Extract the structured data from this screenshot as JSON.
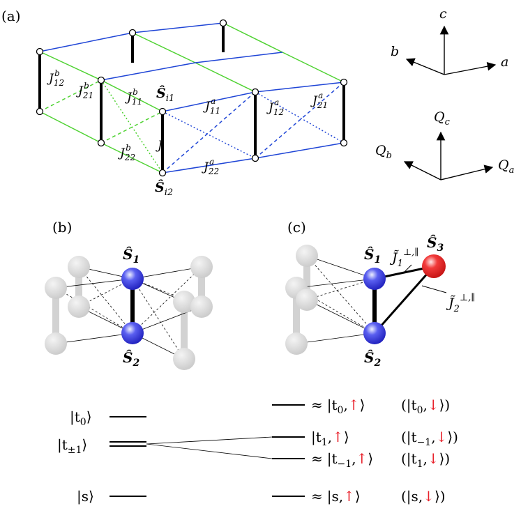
{
  "panels": {
    "a": "(a)",
    "b": "(b)",
    "c": "(c)"
  },
  "colors": {
    "blue_bond": "#1f45d6",
    "green_bond": "#4fd232",
    "spin_blue": "#2a2ad6",
    "spin_red": "#e82020",
    "arrow_red": "#e8202a",
    "grey_atom": "#d2d2d2"
  },
  "lattice": {
    "couplings": {
      "Jb12": {
        "sym": "J",
        "sub": "12",
        "sup": "b"
      },
      "Jb21": {
        "sym": "J",
        "sub": "21",
        "sup": "b"
      },
      "Jb11": {
        "sym": "J",
        "sub": "11",
        "sup": "b"
      },
      "Jb22": {
        "sym": "J",
        "sub": "22",
        "sup": "b"
      },
      "Ja11": {
        "sym": "J",
        "sub": "11",
        "sup": "a"
      },
      "Ja12": {
        "sym": "J",
        "sub": "12",
        "sup": "a"
      },
      "Ja21": {
        "sym": "J",
        "sub": "21",
        "sup": "a"
      },
      "Ja22": {
        "sym": "J",
        "sub": "22",
        "sup": "a"
      },
      "J": "J"
    },
    "spins": {
      "Si1": {
        "sym": "Ŝ",
        "sub": "i1"
      },
      "Si2": {
        "sym": "Ŝ",
        "sub": "i2"
      }
    }
  },
  "axes_real": {
    "a": "a",
    "b": "b",
    "c": "c"
  },
  "axes_reciprocal": {
    "Qa": {
      "sym": "Q",
      "sub": "a"
    },
    "Qb": {
      "sym": "Q",
      "sub": "b"
    },
    "Qc": {
      "sym": "Q",
      "sub": "c"
    }
  },
  "panel_b": {
    "S1": {
      "sym": "Ŝ",
      "sub": "1"
    },
    "S2": {
      "sym": "Ŝ",
      "sub": "2"
    }
  },
  "panel_c": {
    "S1": {
      "sym": "Ŝ",
      "sub": "1"
    },
    "S2": {
      "sym": "Ŝ",
      "sub": "2"
    },
    "S3": {
      "sym": "Ŝ",
      "sub": "3"
    },
    "J1": {
      "sym": "J̃",
      "sub": "1",
      "sup": "⊥,∥"
    },
    "J2": {
      "sym": "J̃",
      "sub": "2",
      "sup": "⊥,∥"
    }
  },
  "levels": {
    "left": {
      "t0": {
        "pre": "|t",
        "sub": "0",
        "post": "⟩"
      },
      "tpm1": {
        "pre": "|t",
        "sub": "±1",
        "post": "⟩"
      },
      "s": {
        "pre": "|s",
        "post": "⟩"
      }
    },
    "right": {
      "r1": {
        "approx": "≈",
        "pre": "|t",
        "sub": "0",
        "mid": ",",
        "arrow": "↑",
        "post": "⟩",
        "alt_pre": "(|t",
        "alt_sub": "0",
        "alt_mid": ",",
        "alt_arrow": "↓",
        "alt_post": "⟩)"
      },
      "r2": {
        "approx": "",
        "pre": "|t",
        "sub": "1",
        "mid": ",",
        "arrow": "↑",
        "post": "⟩",
        "alt_pre": "(|t",
        "alt_sub": "−1",
        "alt_mid": ",",
        "alt_arrow": "↓",
        "alt_post": "⟩)"
      },
      "r3": {
        "approx": "≈",
        "pre": "|t",
        "sub": "−1",
        "mid": ",",
        "arrow": "↑",
        "post": "⟩",
        "alt_pre": "(|t",
        "alt_sub": "1",
        "alt_mid": ",",
        "alt_arrow": "↓",
        "alt_post": "⟩)"
      },
      "r4": {
        "approx": "≈",
        "pre": "|s",
        "mid": ",",
        "arrow": "↑",
        "post": "⟩",
        "alt_pre": "(|s",
        "alt_mid": ",",
        "alt_arrow": "↓",
        "alt_post": "⟩)"
      }
    }
  }
}
